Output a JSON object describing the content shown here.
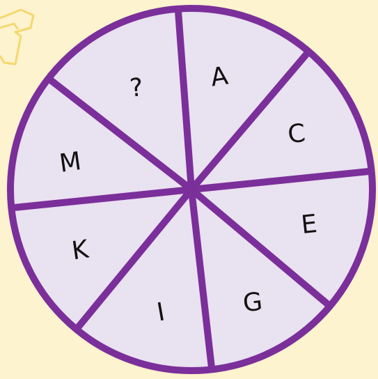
{
  "colors": {
    "background": "#fdf3cf",
    "wheel_fill": "#e9e2f0",
    "wheel_stroke": "#7b2f9a",
    "corner_decoration": "#f5d76e"
  },
  "wheel": {
    "segments": [
      {
        "label": "?"
      },
      {
        "label": "A"
      },
      {
        "label": "C"
      },
      {
        "label": "E"
      },
      {
        "label": "G"
      },
      {
        "label": "I"
      },
      {
        "label": "K"
      },
      {
        "label": "M"
      }
    ]
  }
}
